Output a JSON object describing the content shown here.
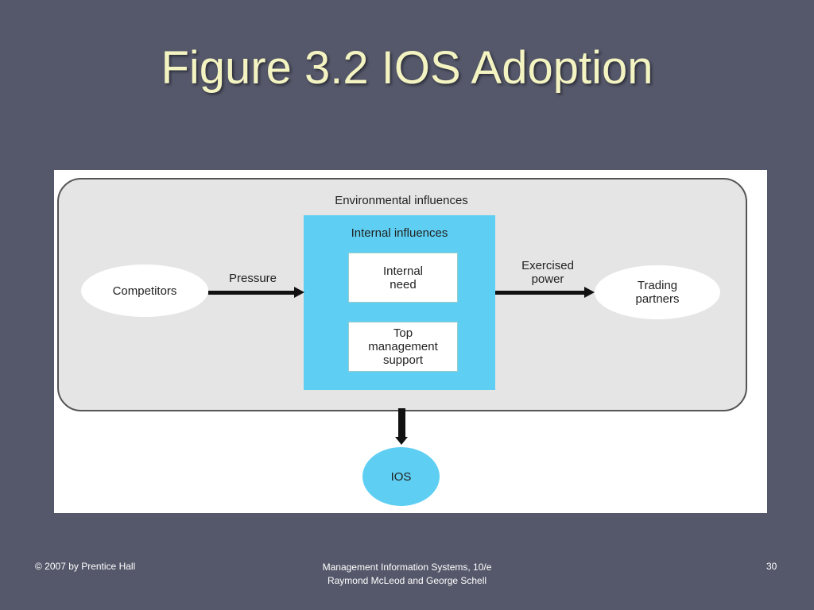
{
  "slide": {
    "title": "Figure 3.2 IOS Adoption"
  },
  "diagram": {
    "environment_label": "Environmental influences",
    "internal_label": "Internal influences",
    "internal_need_line1": "Internal",
    "internal_need_line2": "need",
    "top_mgmt_line1": "Top",
    "top_mgmt_line2": "management",
    "top_mgmt_line3": "support",
    "competitors": "Competitors",
    "pressure": "Pressure",
    "exercised_line1": "Exercised",
    "exercised_line2": "power",
    "trading_line1": "Trading",
    "trading_line2": "partners",
    "ios": "IOS"
  },
  "footer": {
    "copyright": "© 2007 by Prentice Hall",
    "book_line1": "Management Information Systems, 10/e",
    "book_line2": "Raymond McLeod and George Schell",
    "page_number": "30"
  },
  "colors": {
    "background": "#55586a",
    "title": "#f4f4c2",
    "internal_box": "#5ecff3",
    "env_box": "#e5e5e5"
  }
}
